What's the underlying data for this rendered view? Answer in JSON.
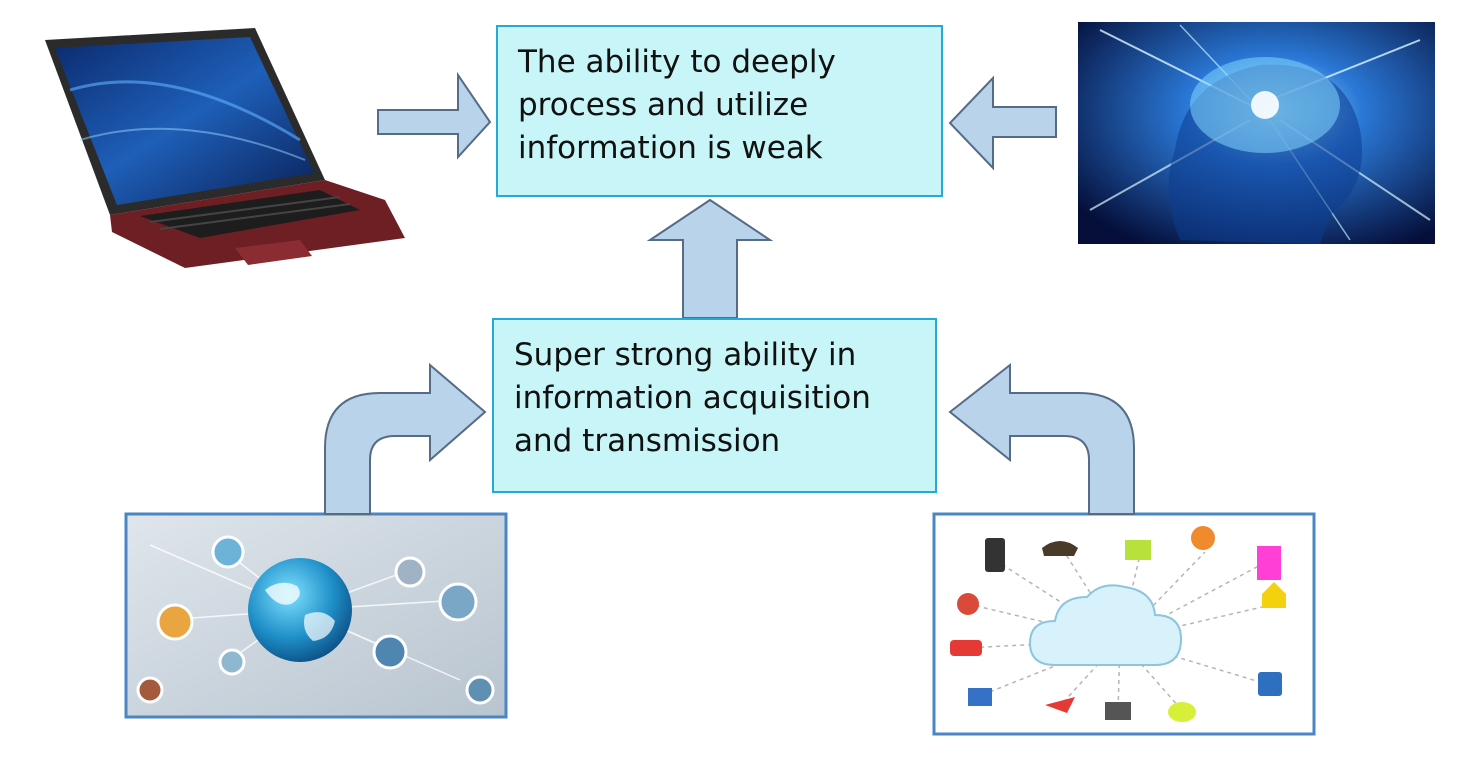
{
  "diagram": {
    "top_box": {
      "lines": [
        "The ability to deeply",
        "process and utilize",
        "information is weak"
      ]
    },
    "middle_box": {
      "lines": [
        "Super strong ability in",
        "information acquisition",
        "and transmission"
      ]
    },
    "colors": {
      "box_fill": "#c8f5f7",
      "box_border": "#27a9d8",
      "arrow_fill": "#b9d3ea",
      "arrow_stroke": "#556b86",
      "image_frame": "#4a86c3"
    },
    "images": {
      "laptop": "laptop-photo",
      "brain": "glowing-brain-photo",
      "globe_network": "globe-network-photo",
      "cloud_iot": "cloud-connected-devices-illustration"
    }
  }
}
